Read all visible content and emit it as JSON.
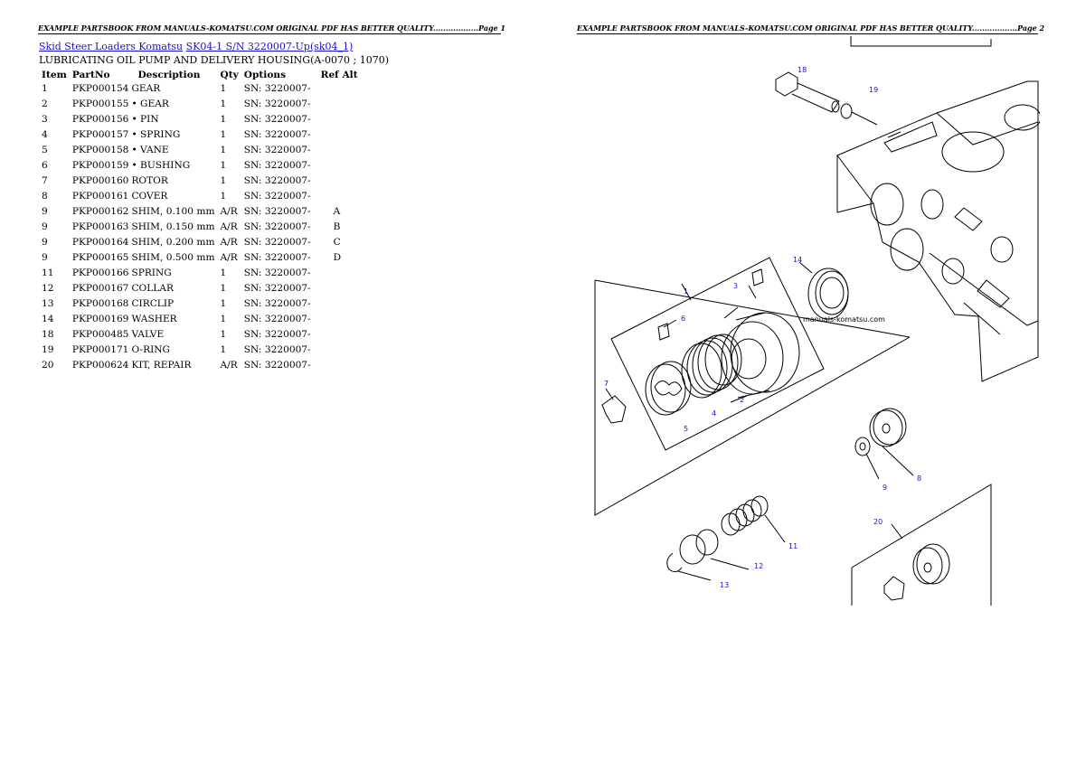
{
  "header": {
    "page1": "EXAMPLE PARTSBOOK FROM MANUALS-KOMATSU.COM ORIGINAL PDF HAS BETTER QUALITY..................Page 1",
    "page2": "EXAMPLE PARTSBOOK FROM MANUALS-KOMATSU.COM ORIGINAL PDF HAS BETTER QUALITY..................Page 2"
  },
  "breadcrumb": {
    "link1": "Skid Steer Loaders Komatsu",
    "link2": "SK04-1 S/N 3220007-Up(sk04_1)"
  },
  "subtitle": "LUBRICATING OIL PUMP AND DELIVERY HOUSING(A-0070 ; 1070)",
  "table": {
    "headers": [
      "Item",
      "PartNo",
      "Description",
      "Qty",
      "Options",
      "Ref",
      "Alt"
    ],
    "rows": [
      {
        "item": "1",
        "partno": "PKP000154",
        "desc": "GEAR",
        "qty": "1",
        "options": "SN: 3220007-",
        "ref": ""
      },
      {
        "item": "2",
        "partno": "PKP000155",
        "desc": "• GEAR",
        "qty": "1",
        "options": "SN: 3220007-",
        "ref": ""
      },
      {
        "item": "3",
        "partno": "PKP000156",
        "desc": "• PIN",
        "qty": "1",
        "options": "SN: 3220007-",
        "ref": ""
      },
      {
        "item": "4",
        "partno": "PKP000157",
        "desc": "• SPRING",
        "qty": "1",
        "options": "SN: 3220007-",
        "ref": ""
      },
      {
        "item": "5",
        "partno": "PKP000158",
        "desc": "• VANE",
        "qty": "1",
        "options": "SN: 3220007-",
        "ref": ""
      },
      {
        "item": "6",
        "partno": "PKP000159",
        "desc": "• BUSHING",
        "qty": "1",
        "options": "SN: 3220007-",
        "ref": ""
      },
      {
        "item": "7",
        "partno": "PKP000160",
        "desc": "ROTOR",
        "qty": "1",
        "options": "SN: 3220007-",
        "ref": ""
      },
      {
        "item": "8",
        "partno": "PKP000161",
        "desc": "COVER",
        "qty": "1",
        "options": "SN: 3220007-",
        "ref": ""
      },
      {
        "item": "9",
        "partno": "PKP000162",
        "desc": "SHIM, 0.100 mm",
        "qty": "A/R",
        "options": "SN: 3220007-",
        "ref": "A"
      },
      {
        "item": "9",
        "partno": "PKP000163",
        "desc": "SHIM, 0.150 mm",
        "qty": "A/R",
        "options": "SN: 3220007-",
        "ref": "B"
      },
      {
        "item": "9",
        "partno": "PKP000164",
        "desc": "SHIM, 0.200 mm",
        "qty": "A/R",
        "options": "SN: 3220007-",
        "ref": "C"
      },
      {
        "item": "9",
        "partno": "PKP000165",
        "desc": "SHIM, 0.500 mm",
        "qty": "A/R",
        "options": "SN: 3220007-",
        "ref": "D"
      },
      {
        "item": "11",
        "partno": "PKP000166",
        "desc": "SPRING",
        "qty": "1",
        "options": "SN: 3220007-",
        "ref": ""
      },
      {
        "item": "12",
        "partno": "PKP000167",
        "desc": "COLLAR",
        "qty": "1",
        "options": "SN: 3220007-",
        "ref": ""
      },
      {
        "item": "13",
        "partno": "PKP000168",
        "desc": "CIRCLIP",
        "qty": "1",
        "options": "SN: 3220007-",
        "ref": ""
      },
      {
        "item": "14",
        "partno": "PKP000169",
        "desc": "WASHER",
        "qty": "1",
        "options": "SN: 3220007-",
        "ref": ""
      },
      {
        "item": "18",
        "partno": "PKP000485",
        "desc": "VALVE",
        "qty": "1",
        "options": "SN: 3220007-",
        "ref": ""
      },
      {
        "item": "19",
        "partno": "PKP000171",
        "desc": "O-RING",
        "qty": "1",
        "options": "SN: 3220007-",
        "ref": ""
      },
      {
        "item": "20",
        "partno": "PKP000624",
        "desc": "KIT, REPAIR",
        "qty": "A/R",
        "options": "SN: 3220007-",
        "ref": ""
      }
    ]
  },
  "diagram": {
    "watermark": "manuals-komatsu.com",
    "callouts": [
      "18",
      "19",
      "14",
      "1",
      "3",
      "6",
      "4",
      "2",
      "5",
      "7",
      "9",
      "8",
      "20",
      "11",
      "12",
      "13"
    ]
  },
  "colors": {
    "link": "#1a12c8",
    "callout": "#1a12c8"
  }
}
